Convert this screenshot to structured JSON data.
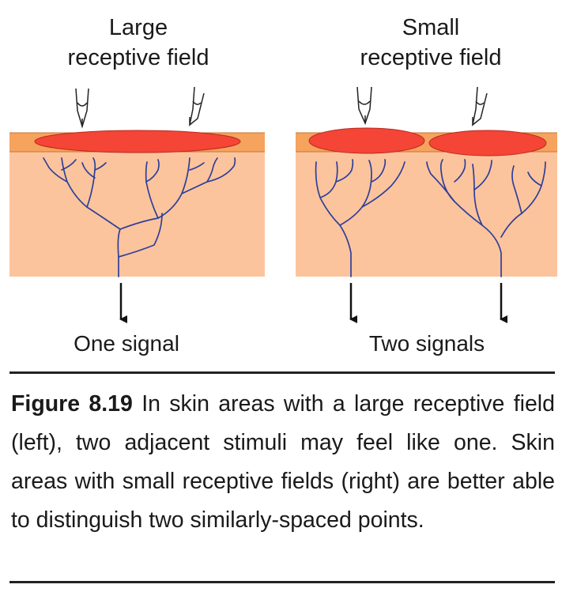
{
  "left_panel": {
    "title_line1": "Large",
    "title_line2": "receptive field",
    "signal": "One signal"
  },
  "right_panel": {
    "title_line1": "Small",
    "title_line2": "receptive field",
    "signal": "Two signals"
  },
  "caption": {
    "label": "Figure 8.19",
    "text": " In skin areas with a large receptive field (left), two adjacent stimuli may feel like one. Skin areas with small receptive fields (right) are better able to distinguish two similarly-spaced points."
  },
  "colors": {
    "skin": "#fcc49c",
    "epidermis": "#f5a35d",
    "receptive_field": "#f44536",
    "nerve": "#2f3f9a",
    "text": "#1a1a1a"
  }
}
